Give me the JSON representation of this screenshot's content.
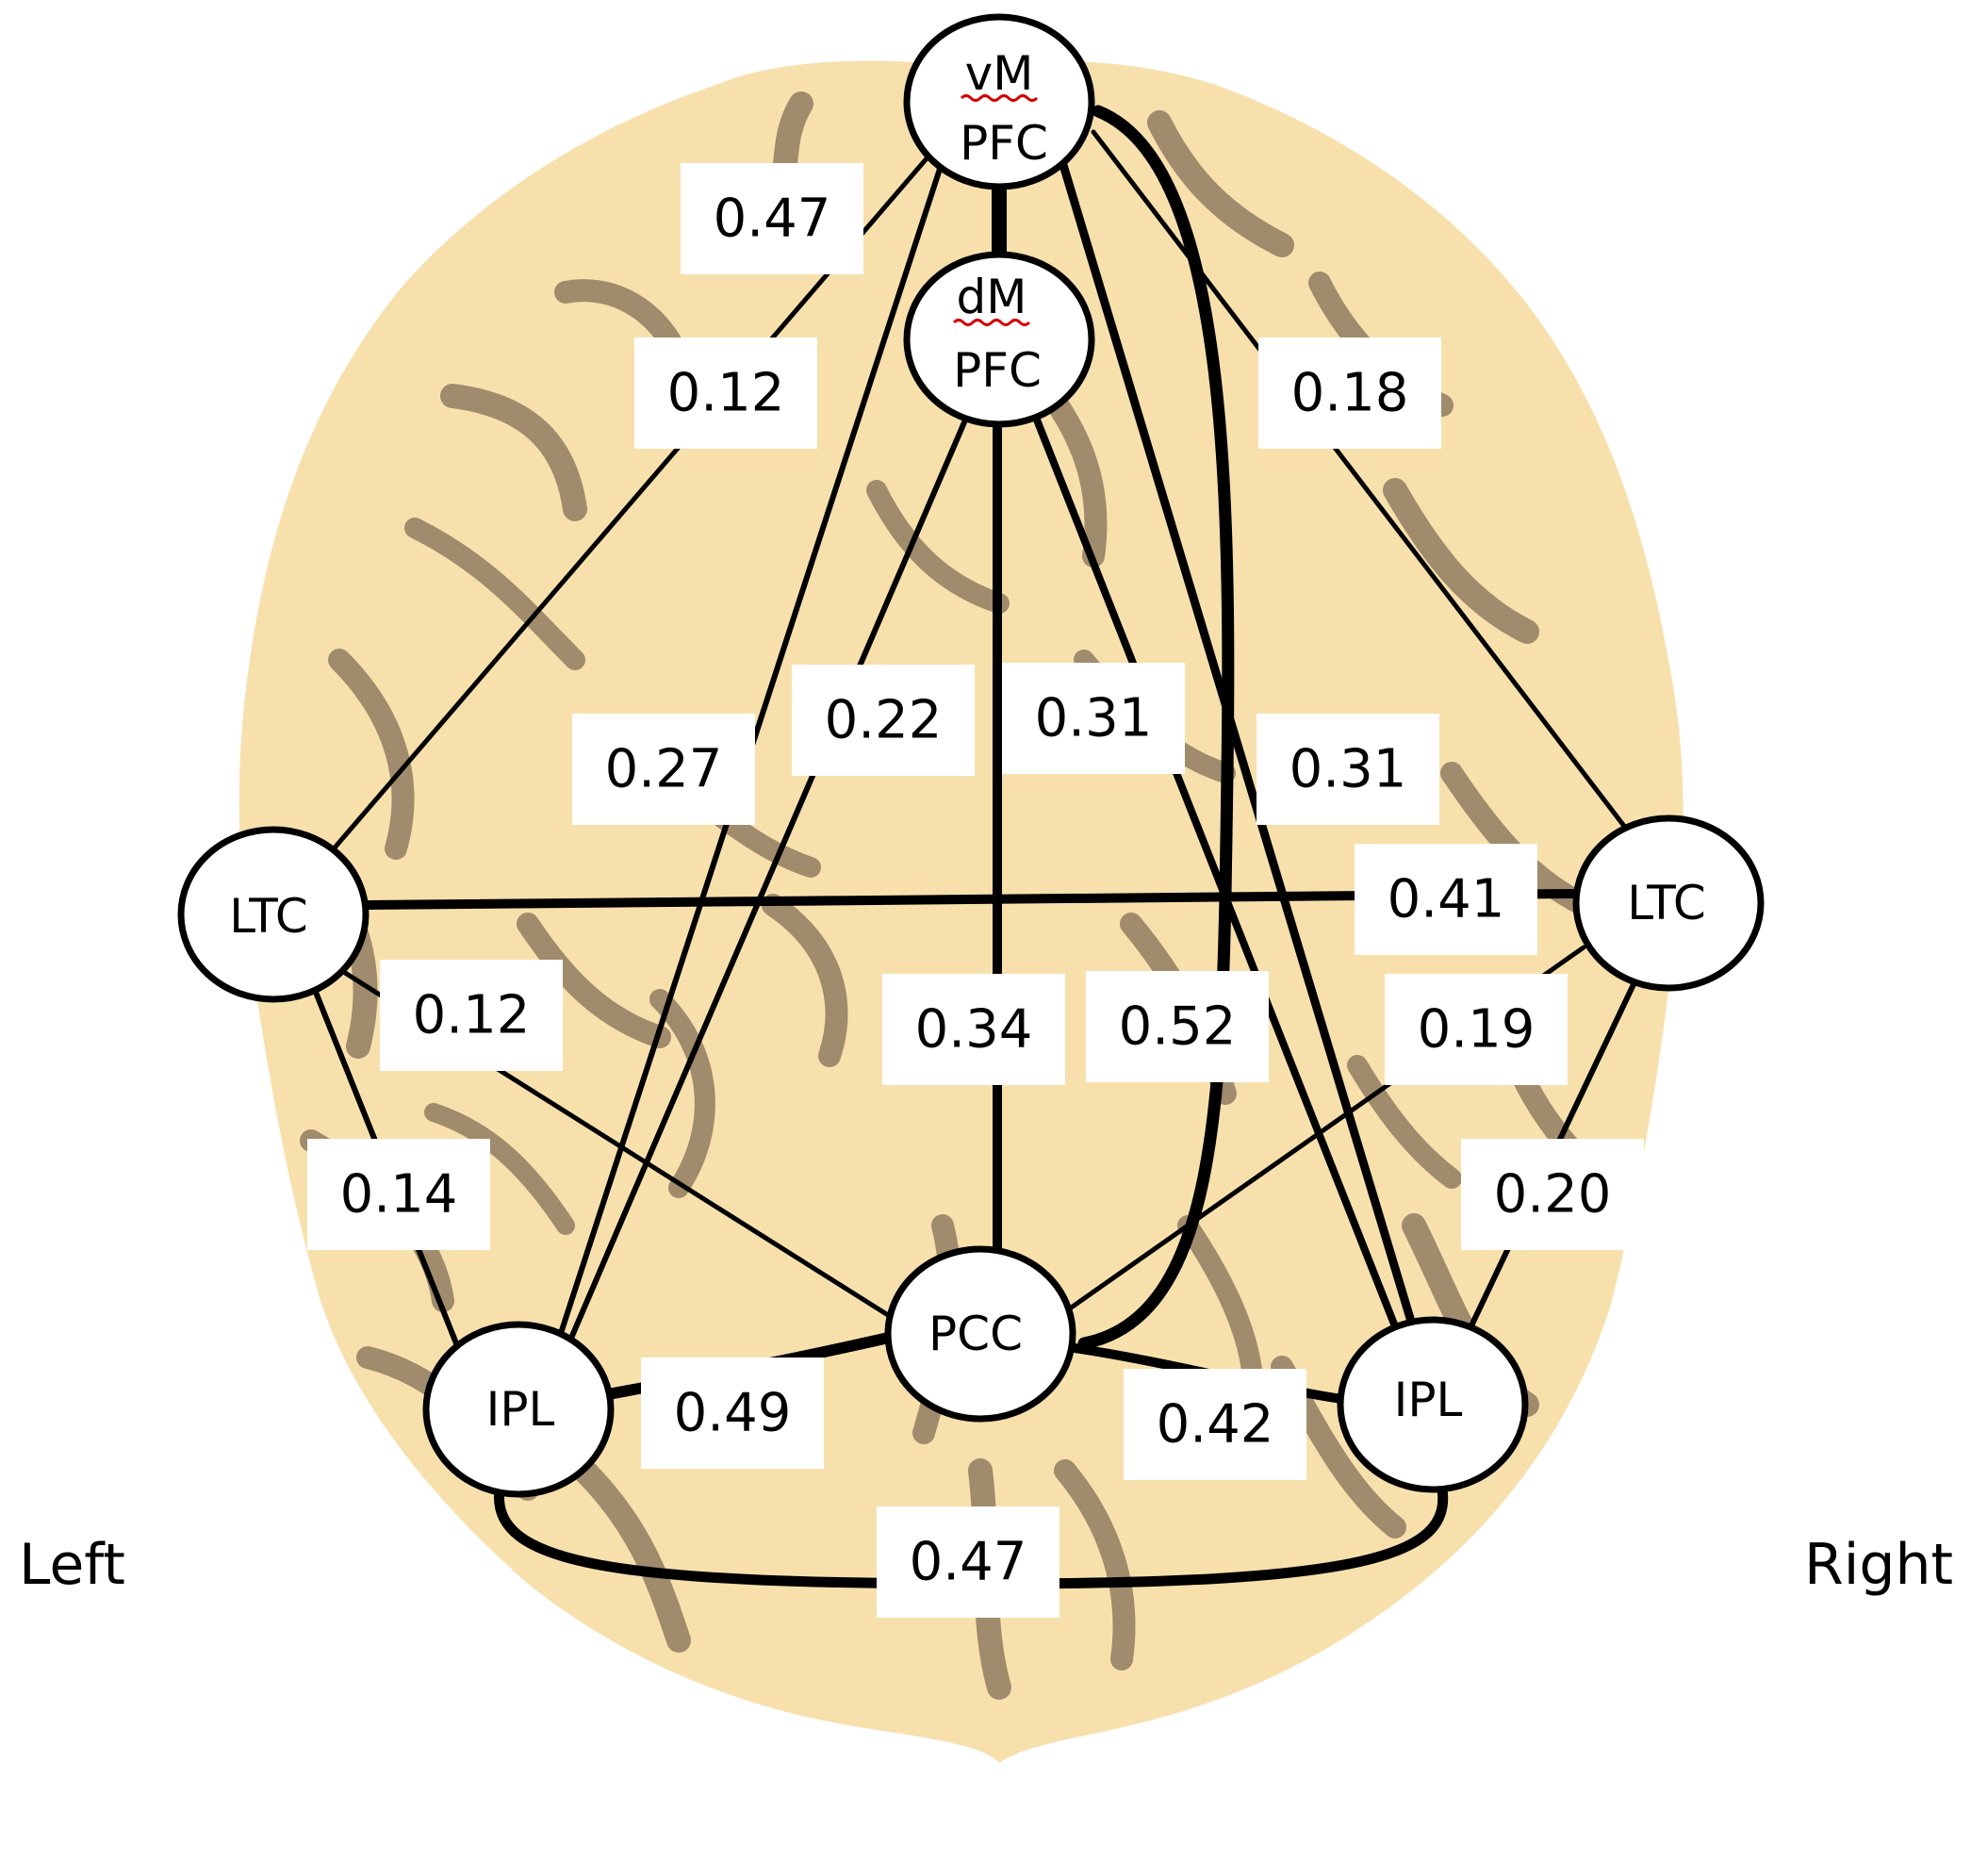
{
  "side_labels": {
    "left": "Left",
    "right": "Right"
  },
  "nodes": {
    "vmpfc": {
      "line1": "vM",
      "line2": "PFC"
    },
    "dmpfc": {
      "line1": "dM",
      "line2": "PFC"
    },
    "ltc_left": {
      "label": "LTC"
    },
    "ltc_right": {
      "label": "LTC"
    },
    "pcc": {
      "label": "PCC"
    },
    "ipl_left": {
      "label": "IPL"
    },
    "ipl_right": {
      "label": "IPL"
    }
  },
  "edges": {
    "vmpfc_dmpfc": {
      "label": "0.47",
      "from": "vMPFC",
      "to": "dMPFC",
      "value": 0.47
    },
    "vmpfc_ltc_left": {
      "label": "0.12",
      "from": "vMPFC",
      "to": "LTC (left)",
      "value": 0.12
    },
    "vmpfc_ltc_right": {
      "label": "0.18",
      "from": "vMPFC",
      "to": "LTC (right)",
      "value": 0.18
    },
    "vmpfc_ipl_left": {
      "label": "0.27",
      "from": "vMPFC",
      "to": "IPL (left)",
      "value": 0.27
    },
    "dmpfc_ipl_left": {
      "label": "0.22",
      "from": "dMPFC",
      "to": "IPL (left)",
      "value": 0.22
    },
    "dmpfc_ipl_right": {
      "label": "0.31",
      "from": "dMPFC",
      "to": "IPL (right)",
      "value": 0.31
    },
    "vmpfc_ipl_right": {
      "label": "0.31",
      "from": "vMPFC",
      "to": "IPL (right)",
      "value": 0.31
    },
    "ltc_ltc": {
      "label": "0.41",
      "from": "LTC (left)",
      "to": "LTC (right)",
      "value": 0.41
    },
    "ltc_left_pcc": {
      "label": "0.12",
      "from": "LTC (left)",
      "to": "PCC",
      "value": 0.12
    },
    "dmpfc_pcc": {
      "label": "0.34",
      "from": "dMPFC",
      "to": "PCC",
      "value": 0.34
    },
    "vmpfc_pcc": {
      "label": "0.52",
      "from": "vMPFC",
      "to": "PCC",
      "value": 0.52
    },
    "ltc_right_pcc": {
      "label": "0.19",
      "from": "LTC (right)",
      "to": "PCC",
      "value": 0.19
    },
    "ltc_left_ipl_left": {
      "label": "0.14",
      "from": "LTC (left)",
      "to": "IPL (left)",
      "value": 0.14
    },
    "ltc_right_ipl_right": {
      "label": "0.20",
      "from": "LTC (right)",
      "to": "IPL (right)",
      "value": 0.2
    },
    "pcc_ipl_left": {
      "label": "0.49",
      "from": "PCC",
      "to": "IPL (left)",
      "value": 0.49
    },
    "pcc_ipl_right": {
      "label": "0.42",
      "from": "PCC",
      "to": "IPL (right)",
      "value": 0.42
    },
    "ipl_ipl": {
      "label": "0.47",
      "from": "IPL (left)",
      "to": "IPL (right)",
      "value": 0.47
    }
  },
  "colors": {
    "brain_fill": "#f8e0ad",
    "sulci": "#a08b6c",
    "node_fill": "#ffffff",
    "stroke": "#000000",
    "spell_underline": "#d40000"
  }
}
